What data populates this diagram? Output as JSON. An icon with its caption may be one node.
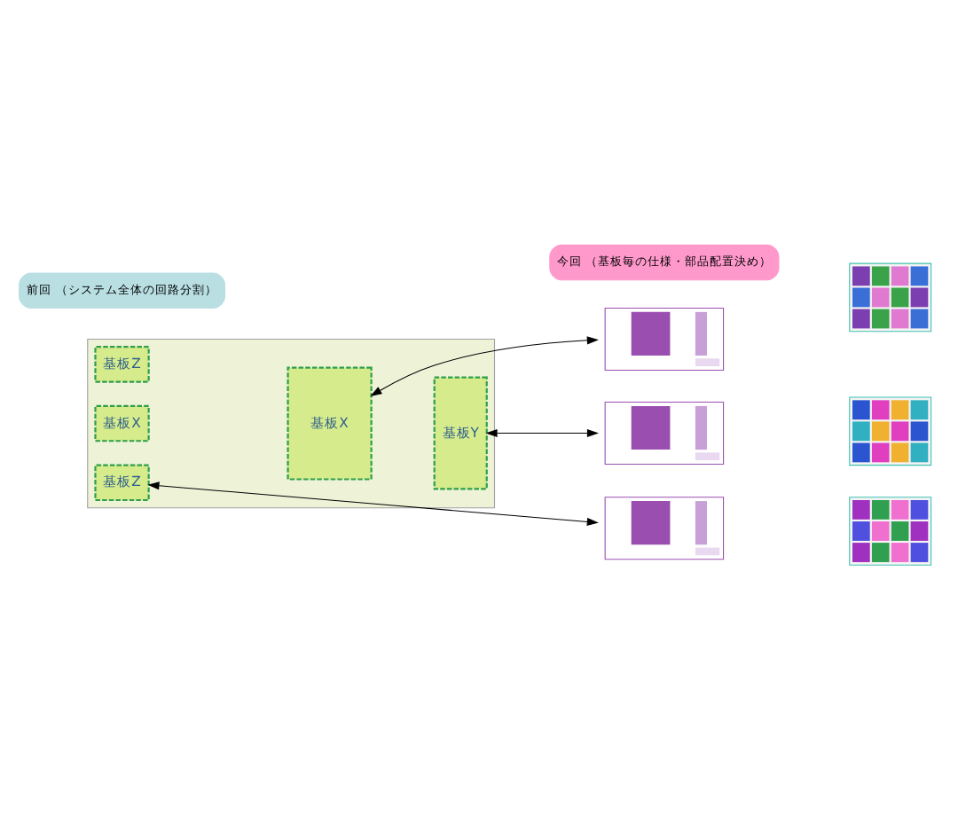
{
  "diagram": {
    "nodes": [
      {
        "text": [
          "前回 （システム全体の回路分割）"
        ]
      },
      {
        "text": [
          "今回 （基板毎の仕様・部品配置決め）"
        ]
      },
      {
        "text": [],
        "shape": "picture"
      },
      {
        "text": [
          "基板Z"
        ],
        "in": 2
      },
      {
        "text": [
          "基板X"
        ],
        "in": 2
      },
      {
        "text": [
          "基板Z"
        ],
        "in": 2
      },
      {
        "text": [
          "基板X"
        ],
        "in": 2
      },
      {
        "text": [
          "基板Y"
        ],
        "in": 2
      },
      {
        "text": [],
        "shape": "picture"
      },
      {
        "text": [],
        "shape": "picture"
      },
      {
        "text": [],
        "shape": "picture"
      },
      {
        "text": [],
        "shape": "picture"
      },
      {
        "text": [],
        "shape": "picture"
      },
      {
        "text": [],
        "shape": "picture"
      }
    ],
    "edges": [
      {
        "from": 6,
        "to": 8,
        "arrow": "both"
      },
      {
        "from": 7,
        "to": 9,
        "arrow": "both"
      },
      {
        "from": 5,
        "to": 10,
        "arrow": "both"
      }
    ]
  }
}
